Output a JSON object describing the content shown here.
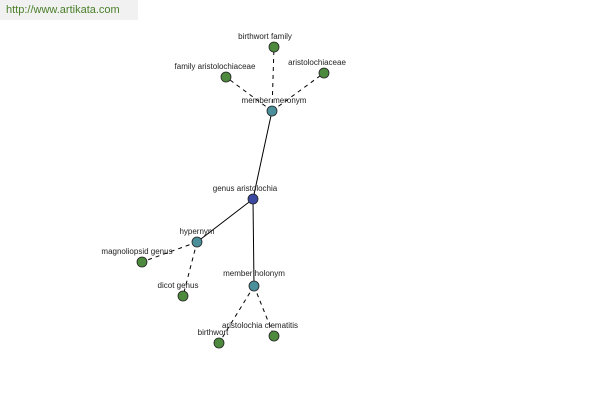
{
  "header": {
    "url": "http://www.artikata.com"
  },
  "colors": {
    "center": "#3b4aa0",
    "relation": "#4b8f9a",
    "leaf": "#4d8a3e",
    "edge": "#000000",
    "banner_bg": "#f1f1f1",
    "banner_text": "#4a7f2a"
  },
  "graph": {
    "center_label": "genus aristolochia",
    "relations": {
      "meronym": "member meronym",
      "hypernym": "hypernym",
      "holonym": "member holonym"
    },
    "leaves": {
      "birthwort_family": "birthwort family",
      "family_aristolochiaceae": "family aristolochiaceae",
      "aristolochiaceae": "aristolochiaceae",
      "magnoliopsid_genus": "magnoliopsid genus",
      "dicot_genus": "dicot genus",
      "birthwort": "birthwort",
      "aristolochia_clematitis": "aristolochia clematitis"
    }
  }
}
